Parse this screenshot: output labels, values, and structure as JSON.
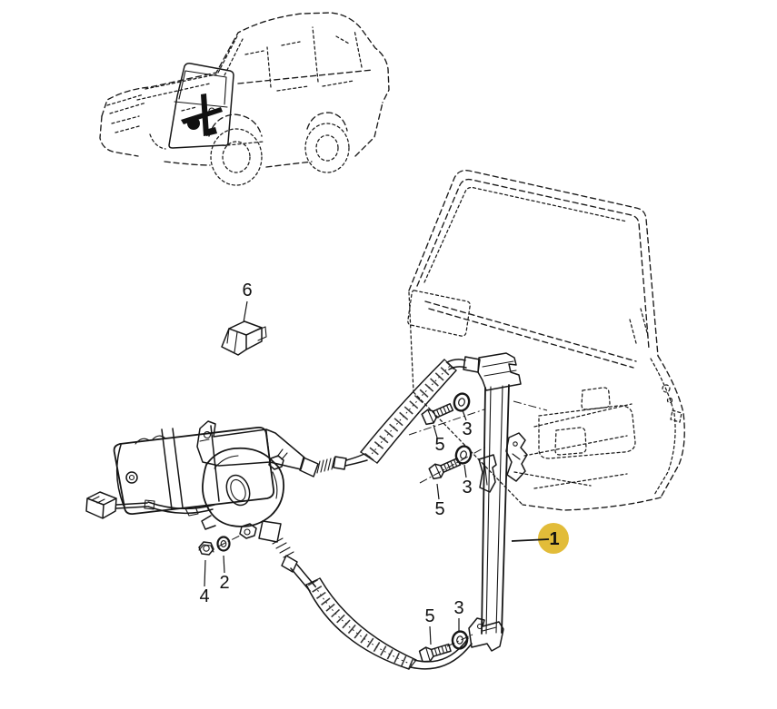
{
  "diagram": {
    "background_color": "#ffffff",
    "line_color": "#161616",
    "highlight": {
      "color": "#e2bc39",
      "label": "1"
    },
    "callouts": [
      {
        "label": "6"
      },
      {
        "label": "5"
      },
      {
        "label": "3"
      },
      {
        "label": "5"
      },
      {
        "label": "3"
      },
      {
        "label": "4"
      },
      {
        "label": "2"
      },
      {
        "label": "5"
      },
      {
        "label": "3"
      },
      {
        "label": "1"
      }
    ]
  }
}
